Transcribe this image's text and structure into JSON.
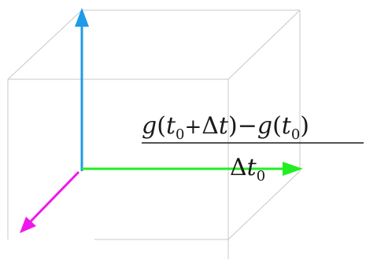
{
  "colors": {
    "background": "#ffffff",
    "box_edge": "#c8c8c8",
    "axis_vertical": "#1e9be9",
    "axis_horizontal": "#22ee22",
    "axis_depth": "#ee18ee",
    "text": "#1a1a1a"
  },
  "formula": {
    "numerator": {
      "g1": "g",
      "open1": "(",
      "t": "t",
      "sub0": "0",
      "plus": "+",
      "delta": "Δ",
      "t2": "t",
      "close1": ")",
      "minus": "−",
      "g2": "g",
      "open2": "(",
      "t3": "t",
      "sub0b": "0",
      "close2": ")"
    },
    "denominator": {
      "delta": "Δ",
      "t": "t",
      "sub0": "0"
    }
  }
}
